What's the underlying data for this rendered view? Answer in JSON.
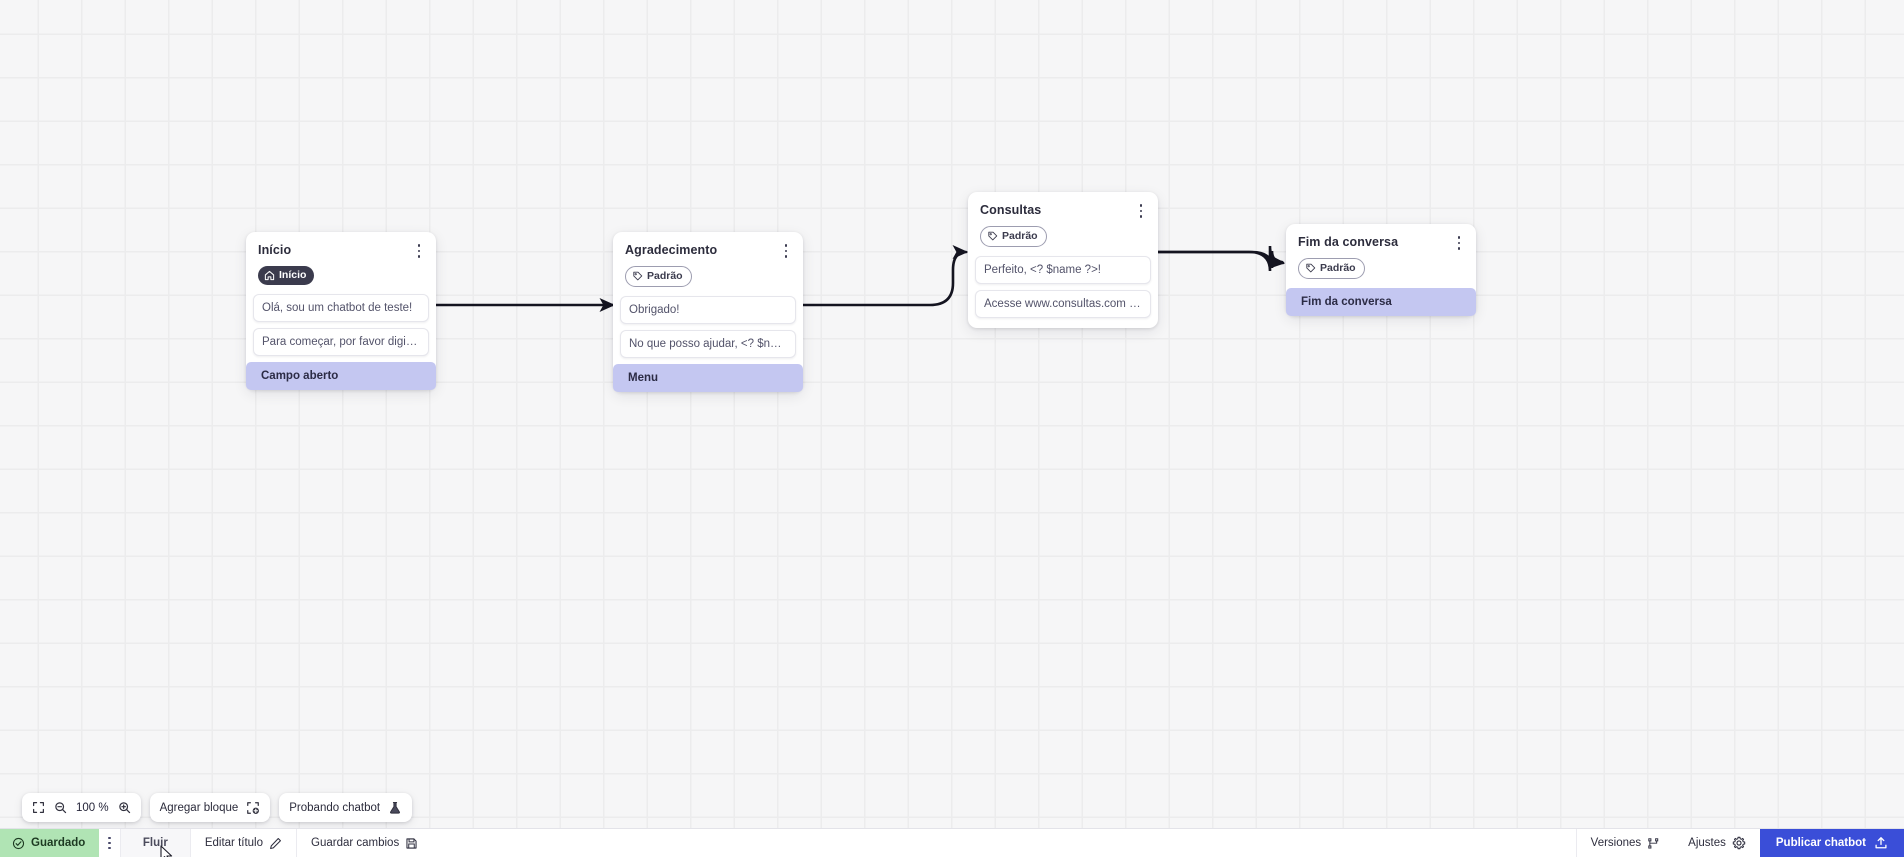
{
  "canvas": {
    "zoom_label": "100 %",
    "nodes": [
      {
        "id": "inicio",
        "title": "Início",
        "tag": {
          "label": "Início",
          "icon": "home-icon",
          "style": "dark"
        },
        "rows": [
          {
            "text": "Olá, sou um chatbot de teste!",
            "type": "message"
          },
          {
            "text": "Para começar, por favor digite o ...",
            "type": "message"
          },
          {
            "text": "Campo aberto",
            "type": "action"
          }
        ]
      },
      {
        "id": "agradecimento",
        "title": "Agradecimento",
        "tag": {
          "label": "Padrão",
          "icon": "tag-icon",
          "style": "outline"
        },
        "rows": [
          {
            "text": "Obrigado!",
            "type": "message"
          },
          {
            "text": "No que posso ajudar, <? $name ...",
            "type": "message"
          },
          {
            "text": "Menu",
            "type": "action"
          }
        ]
      },
      {
        "id": "consultas",
        "title": "Consultas",
        "tag": {
          "label": "Padrão",
          "icon": "tag-icon",
          "style": "outline"
        },
        "rows": [
          {
            "text": "Perfeito, <? $name ?>!",
            "type": "message"
          },
          {
            "text": "Acesse www.consultas.com par...",
            "type": "message"
          }
        ]
      },
      {
        "id": "fim",
        "title": "Fim da conversa",
        "tag": {
          "label": "Padrão",
          "icon": "tag-icon",
          "style": "outline"
        },
        "rows": [
          {
            "text": "Fim da conversa",
            "type": "action"
          }
        ]
      }
    ]
  },
  "toolbar": {
    "fit_icon": "fit-screen-icon",
    "zoom_out_icon": "zoom-out-icon",
    "zoom_in_icon": "zoom-in-icon",
    "zoom_value": "100 %",
    "add_block_label": "Agregar bloque",
    "add_block_icon": "add-block-icon",
    "test_chatbot_label": "Probando chatbot",
    "test_chatbot_icon": "flask-icon"
  },
  "statusbar": {
    "saved_label": "Guardado",
    "saved_icon": "check-circle-icon",
    "overflow_icon": "more-vertical-icon",
    "flow_tab_label": "Fluir",
    "edit_title_label": "Editar título",
    "edit_title_icon": "pencil-icon",
    "save_changes_label": "Guardar cambios",
    "save_changes_icon": "save-icon",
    "versions_label": "Versiones",
    "versions_icon": "branch-icon",
    "settings_label": "Ajustes",
    "settings_icon": "gear-icon",
    "publish_label": "Publicar chatbot",
    "publish_icon": "upload-icon"
  },
  "colors": {
    "accent_blue": "#3a4ed8",
    "saved_green": "#b0e4b4",
    "action_lavender": "#c4c7f1",
    "badge_dark": "#3b3b4d",
    "canvas_bg": "#f6f6f7",
    "grid_line": "#ececed"
  }
}
